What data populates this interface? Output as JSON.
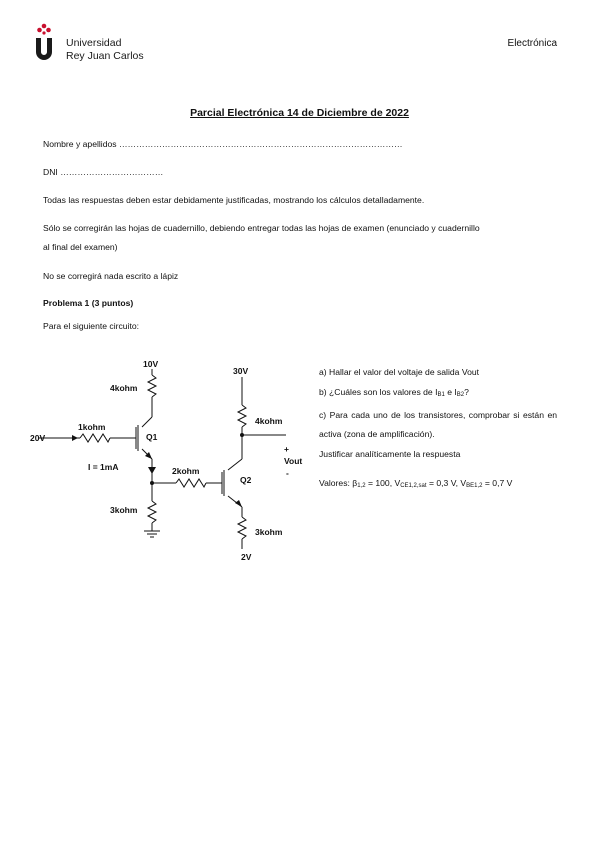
{
  "header": {
    "university_line1": "Universidad",
    "university_line2": "Rey Juan Carlos",
    "subject": "Electrónica"
  },
  "exam": {
    "title": "Parcial Electrónica 14 de Diciembre de 2022",
    "name_label": "Nombre y apellidos ………………………………………………………………………………………",
    "dni_label": "DNI ………………………………",
    "instruction1": "Todas las respuestas deben estar debidamente justificadas, mostrando los cálculos detalladamente.",
    "instruction2_line1": "Sólo se corregirán las hojas de cuadernillo, debiendo entregar todas las hojas de examen (enunciado y cuadernillo",
    "instruction2_line2": "al final del examen)",
    "instruction3": "No se corregirá nada escrito a lápiz"
  },
  "problem": {
    "heading": "Problema 1 (3 puntos)",
    "intro": "Para el siguiente circuito:",
    "q_a": "a) Hallar el valor del voltaje de salida Vout",
    "q_b_pre": "b) ¿Cuáles son los valores de I",
    "q_b_sub1": "B1",
    "q_b_mid": " e I",
    "q_b_sub2": "B2",
    "q_b_post": "?",
    "q_c": "c) Para cada uno de los transistores, comprobar si están en activa (zona de amplificación).",
    "justify": "Justificar analíticamente la respuesta",
    "values_pre": "Valores: β",
    "values_sub1": "1,2",
    "values_mid1": " = 100, V",
    "values_sub2": "CE1,2,sat",
    "values_mid2": " = 0,3 V, V",
    "values_sub3": "BE1,2",
    "values_post": " = 0,7 V"
  },
  "circuit": {
    "v10": "10V",
    "r4k_left": "4kohm",
    "r1k": "1kohm",
    "v20": "20V",
    "q1": "Q1",
    "i_label": "I = 1mA",
    "r2k": "2kohm",
    "r3k_left": "3kohm",
    "v30": "30V",
    "r4k_right": "4kohm",
    "plus": "+",
    "vout": "Vout",
    "minus": "-",
    "q2": "Q2",
    "r3k_right": "3kohm",
    "v2": "2V"
  },
  "colors": {
    "logo_red": "#c8102e",
    "logo_black": "#1a1a1a"
  }
}
